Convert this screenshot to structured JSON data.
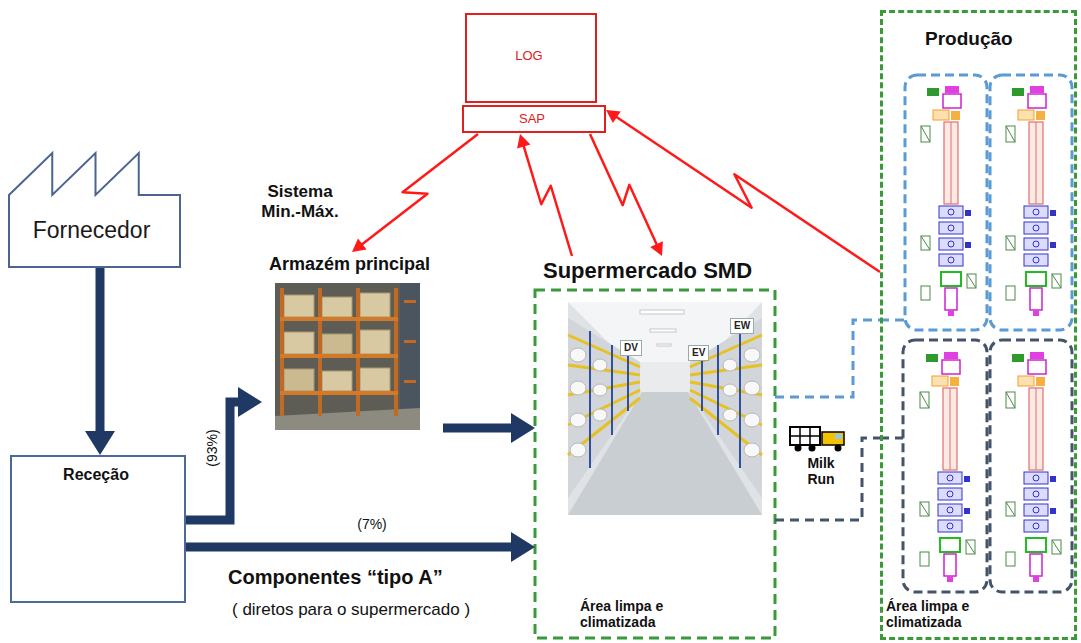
{
  "diagram": {
    "nodes": [
      {
        "text": [
          "Fornecedor"
        ]
      },
      {
        "text": [
          "Receção"
        ]
      },
      {
        "text": [
          "LOG",
          "SAP"
        ]
      },
      {
        "text": [
          "Armazém principal"
        ]
      },
      {
        "text": [
          "Supermercado SMD",
          "Área limpa e climatizada"
        ]
      },
      {
        "text": [
          "Produção",
          "Área limpa e climatizada"
        ]
      }
    ],
    "edges": [
      {
        "from": 0,
        "to": 1,
        "arrow": "to"
      },
      {
        "from": 1,
        "to": 3,
        "label": "(93%)",
        "arrow": "to"
      },
      {
        "from": 1,
        "to": 4,
        "label": "(7%)",
        "arrow": "to"
      },
      {
        "from": 3,
        "to": 4,
        "arrow": "to"
      },
      {
        "from": 2,
        "to": 3,
        "label": "Sistema Min.-Máx.",
        "arrow": "to"
      },
      {
        "from": 4,
        "to": 2,
        "arrow": "to"
      },
      {
        "from": 2,
        "to": 4,
        "arrow": "to"
      },
      {
        "from": 5,
        "to": 2,
        "arrow": "to"
      },
      {
        "from": 4,
        "to": 5,
        "arrow": "none"
      },
      {
        "from": 4,
        "to": 5,
        "arrow": "none"
      }
    ],
    "labels": [
      "Componentes “tipo A”",
      "( diretos para o supermercado )",
      "Milk Run",
      "EW",
      "DV",
      "EV"
    ]
  }
}
